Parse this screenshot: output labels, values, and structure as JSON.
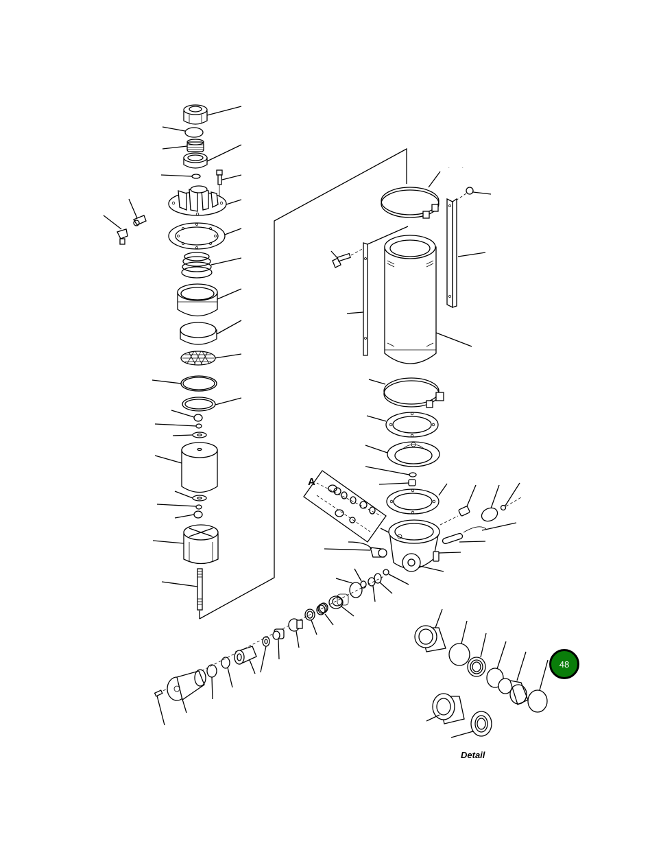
{
  "diagram": {
    "type": "exploded-parts-view",
    "subject": "air cleaner assembly",
    "callout_badge": {
      "label": "48",
      "color": "#0a7d0a"
    },
    "labels": {
      "detail": "Detail",
      "view_a": "A"
    },
    "groups": [
      {
        "name": "left-column-stack",
        "parts": [
          "cap-nut",
          "o-ring",
          "threaded-fitting",
          "collar",
          "washer",
          "bolt",
          "finned-cover",
          "gasket",
          "spring",
          "housing-ring",
          "filter-disc",
          "mesh-screen",
          "o-ring-large",
          "seal-ring",
          "nut",
          "lock-washer",
          "washer",
          "filter-element",
          "washer",
          "lock-washer",
          "nut",
          "base-cap",
          "stud"
        ]
      },
      {
        "name": "right-column-stack",
        "parts": [
          "upper-band-clamp",
          "nut",
          "bolt",
          "left-bracket",
          "right-bracket",
          "canister",
          "lower-band-clamp",
          "gasket",
          "gasket-with-plate",
          "lock-washer",
          "nut",
          "gasket",
          "housing-body",
          "fitting",
          "cap",
          "nut",
          "tube",
          "bolt",
          "elbow-fitting"
        ]
      },
      {
        "name": "valve-assembly",
        "parts": [
          "screw",
          "valve-body",
          "o-ring",
          "disc",
          "sleeve",
          "washer",
          "spool",
          "piston",
          "ring",
          "spring",
          "seal",
          "disc",
          "fitting"
        ]
      },
      {
        "name": "detail-view",
        "parts": [
          "bushing",
          "disc",
          "seal",
          "disc",
          "plug",
          "disc",
          "bushing",
          "seal"
        ]
      },
      {
        "name": "view-a-inset",
        "parts": [
          "seal",
          "disc",
          "ring",
          "seal",
          "disc",
          "spring",
          "seal"
        ]
      }
    ]
  }
}
